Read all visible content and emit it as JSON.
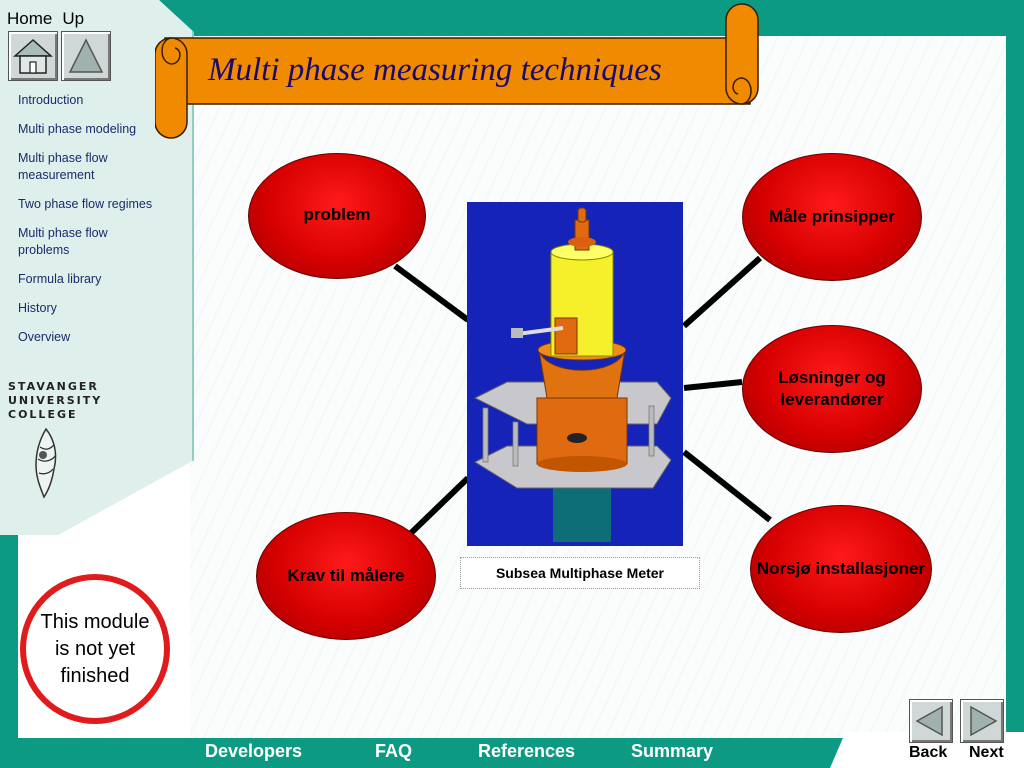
{
  "header": {
    "home_label": "Home",
    "up_label": "Up"
  },
  "sidebar": {
    "items": [
      {
        "label": "Introduction"
      },
      {
        "label": "Multi phase modeling"
      },
      {
        "label": "Multi phase flow measurement"
      },
      {
        "label": "Two phase flow regimes"
      },
      {
        "label": "Multi phase flow problems"
      },
      {
        "label": "Formula library"
      },
      {
        "label": "History"
      },
      {
        "label": "Overview"
      }
    ],
    "college_lines": [
      "STAVANGER",
      "UNIVERSITY",
      "COLLEGE"
    ]
  },
  "title": "Multi phase measuring techniques",
  "notice": "This module is not yet finished",
  "diagram": {
    "nodes": {
      "problem": "problem",
      "male": "Måle prinsipper",
      "losninger": "Løsninger og leverandører",
      "krav": "Krav til målere",
      "norsjo": "Norsjø installasjoner"
    },
    "center_caption": "Subsea Multiphase Meter"
  },
  "footer": {
    "links": [
      "Developers",
      "FAQ",
      "References",
      "Summary"
    ],
    "back_label": "Back",
    "next_label": "Next"
  },
  "colors": {
    "frame": "#0d9a83",
    "node_fill": "#d60000",
    "title_text": "#1a0a6c",
    "scroll": "#f08a00",
    "meter_background": "#1523b8"
  },
  "icons": {
    "home": "house-icon",
    "up": "triangle-up-icon",
    "back": "triangle-left-icon",
    "next": "triangle-right-icon",
    "crest": "college-crest-icon"
  }
}
